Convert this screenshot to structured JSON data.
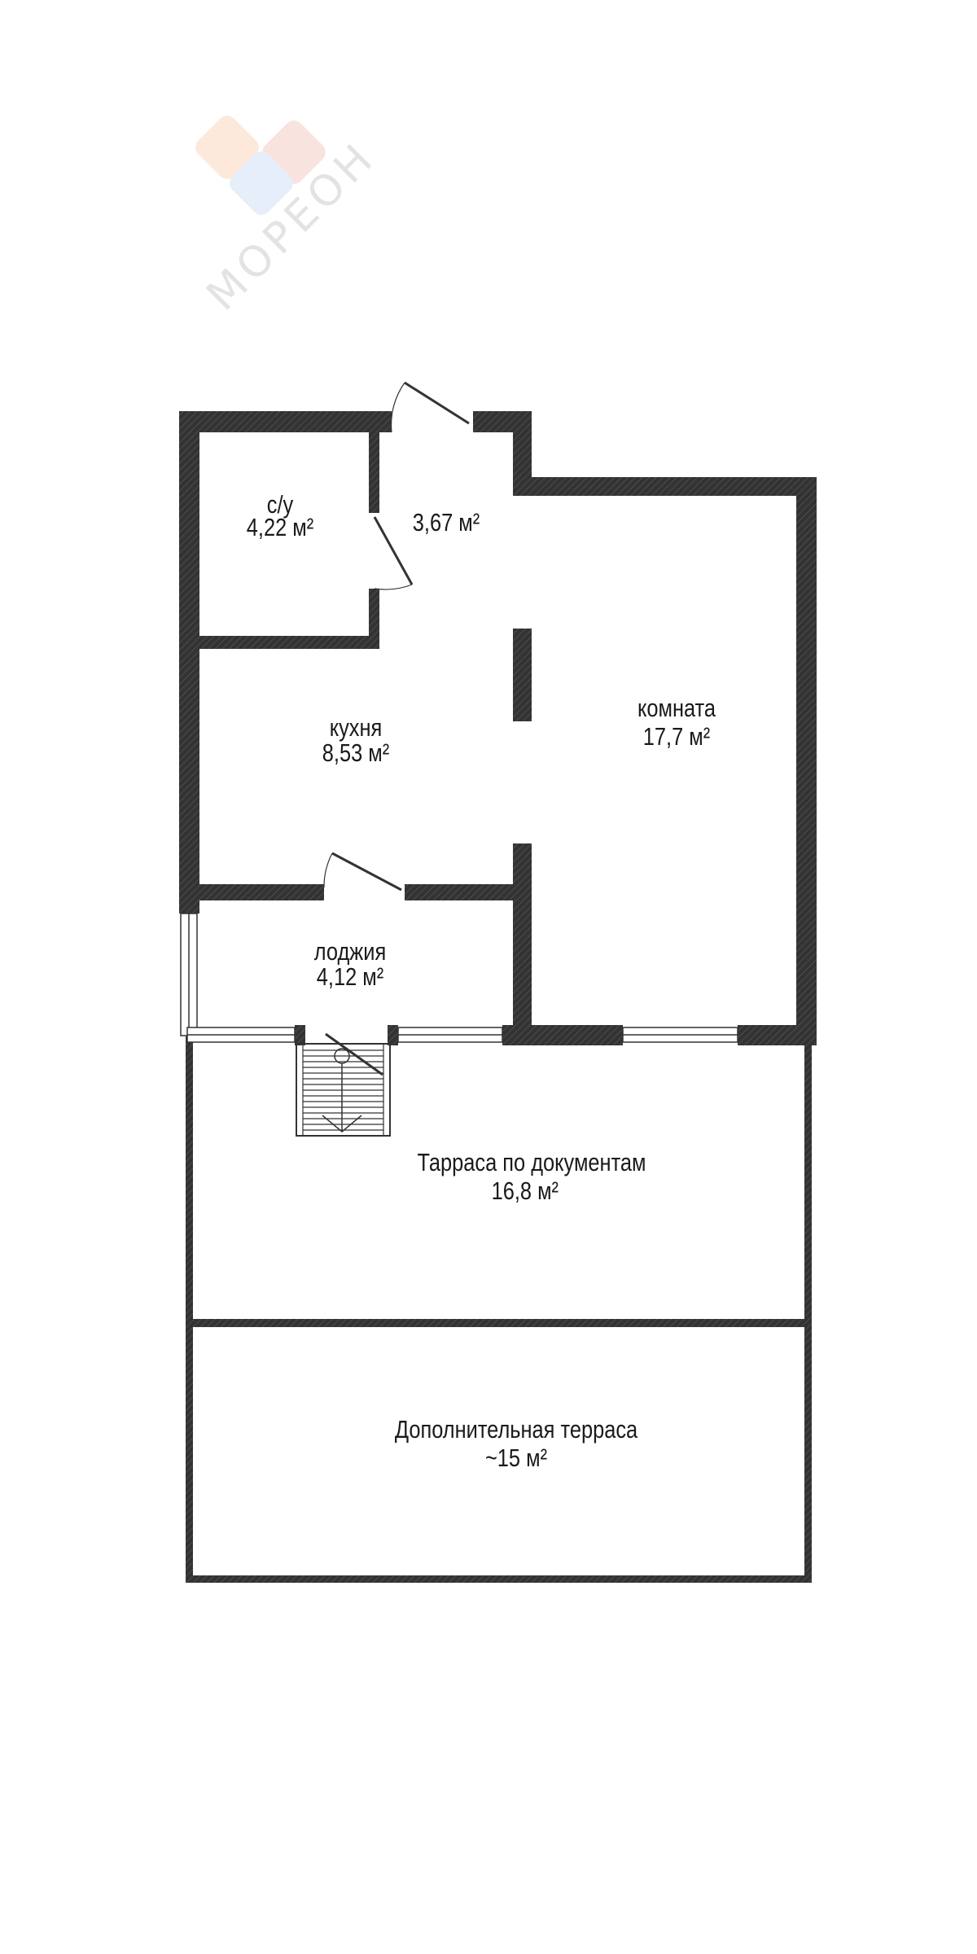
{
  "watermark": {
    "logo_text": "МОРЕОН",
    "colors": [
      "#fde9dc",
      "#f9e3de",
      "#e6eef9"
    ]
  },
  "colors": {
    "wall": "#333333",
    "text": "#1a1a1a"
  },
  "rooms": [
    {
      "name": "с/у",
      "area": "4,22 м²"
    },
    {
      "name": "",
      "area": "3,67 м²"
    },
    {
      "name": "кухня",
      "area": "8,53 м²"
    },
    {
      "name": "комната",
      "area": "17,7 м²"
    },
    {
      "name": "лоджия",
      "area": "4,12 м²"
    },
    {
      "name": "Тарраса по документам",
      "area": "16,8 м²"
    },
    {
      "name": "Дополнительная терраса",
      "area": "~15 м²"
    }
  ]
}
